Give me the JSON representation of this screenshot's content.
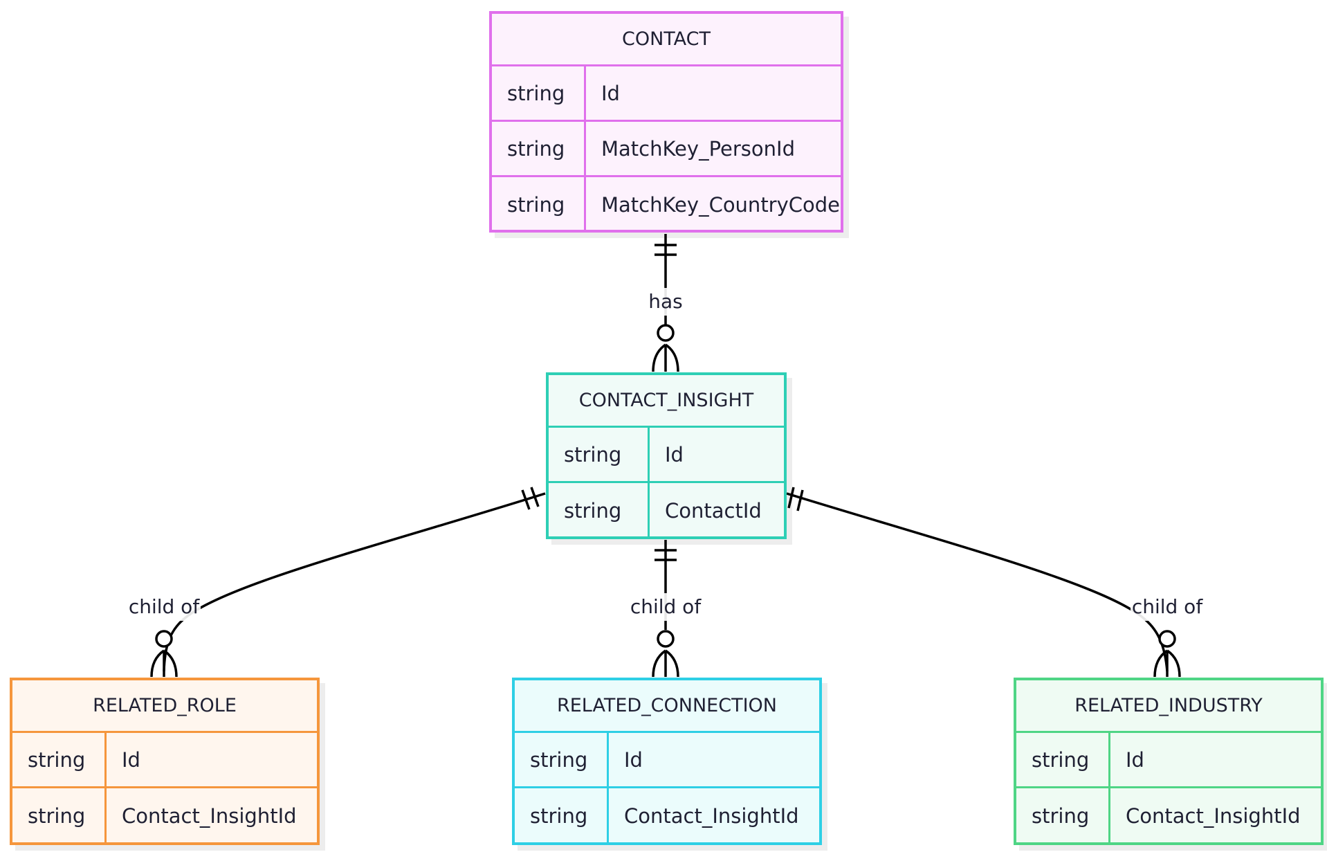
{
  "colors": {
    "contact": {
      "border": "#e070ec",
      "fill": "#fdf2fd"
    },
    "contact_insight": {
      "border": "#2ecfb5",
      "fill": "#f0fbf8"
    },
    "related_role": {
      "border": "#f5963c",
      "fill": "#fff6ee"
    },
    "related_connection": {
      "border": "#2ecfe5",
      "fill": "#ebfcfc"
    },
    "related_industry": {
      "border": "#4fd585",
      "fill": "#effbf3"
    },
    "line": "#000000",
    "text": "#1f2033"
  },
  "entities": {
    "contact": {
      "name": "CONTACT",
      "attributes": [
        {
          "type": "string",
          "name": "Id"
        },
        {
          "type": "string",
          "name": "MatchKey_PersonId"
        },
        {
          "type": "string",
          "name": "MatchKey_CountryCode"
        }
      ]
    },
    "contact_insight": {
      "name": "CONTACT_INSIGHT",
      "attributes": [
        {
          "type": "string",
          "name": "Id"
        },
        {
          "type": "string",
          "name": "ContactId"
        }
      ]
    },
    "related_role": {
      "name": "RELATED_ROLE",
      "attributes": [
        {
          "type": "string",
          "name": "Id"
        },
        {
          "type": "string",
          "name": "Contact_InsightId"
        }
      ]
    },
    "related_connection": {
      "name": "RELATED_CONNECTION",
      "attributes": [
        {
          "type": "string",
          "name": "Id"
        },
        {
          "type": "string",
          "name": "Contact_InsightId"
        }
      ]
    },
    "related_industry": {
      "name": "RELATED_INDUSTRY",
      "attributes": [
        {
          "type": "string",
          "name": "Id"
        },
        {
          "type": "string",
          "name": "Contact_InsightId"
        }
      ]
    }
  },
  "relationships": [
    {
      "from": "CONTACT",
      "to": "CONTACT_INSIGHT",
      "label": "has",
      "from_cardinality": "exactly-one",
      "to_cardinality": "zero-or-more"
    },
    {
      "from": "CONTACT_INSIGHT",
      "to": "RELATED_ROLE",
      "label": "child of",
      "from_cardinality": "exactly-one",
      "to_cardinality": "zero-or-more"
    },
    {
      "from": "CONTACT_INSIGHT",
      "to": "RELATED_CONNECTION",
      "label": "child of",
      "from_cardinality": "exactly-one",
      "to_cardinality": "zero-or-more"
    },
    {
      "from": "CONTACT_INSIGHT",
      "to": "RELATED_INDUSTRY",
      "label": "child of",
      "from_cardinality": "exactly-one",
      "to_cardinality": "zero-or-more"
    }
  ]
}
